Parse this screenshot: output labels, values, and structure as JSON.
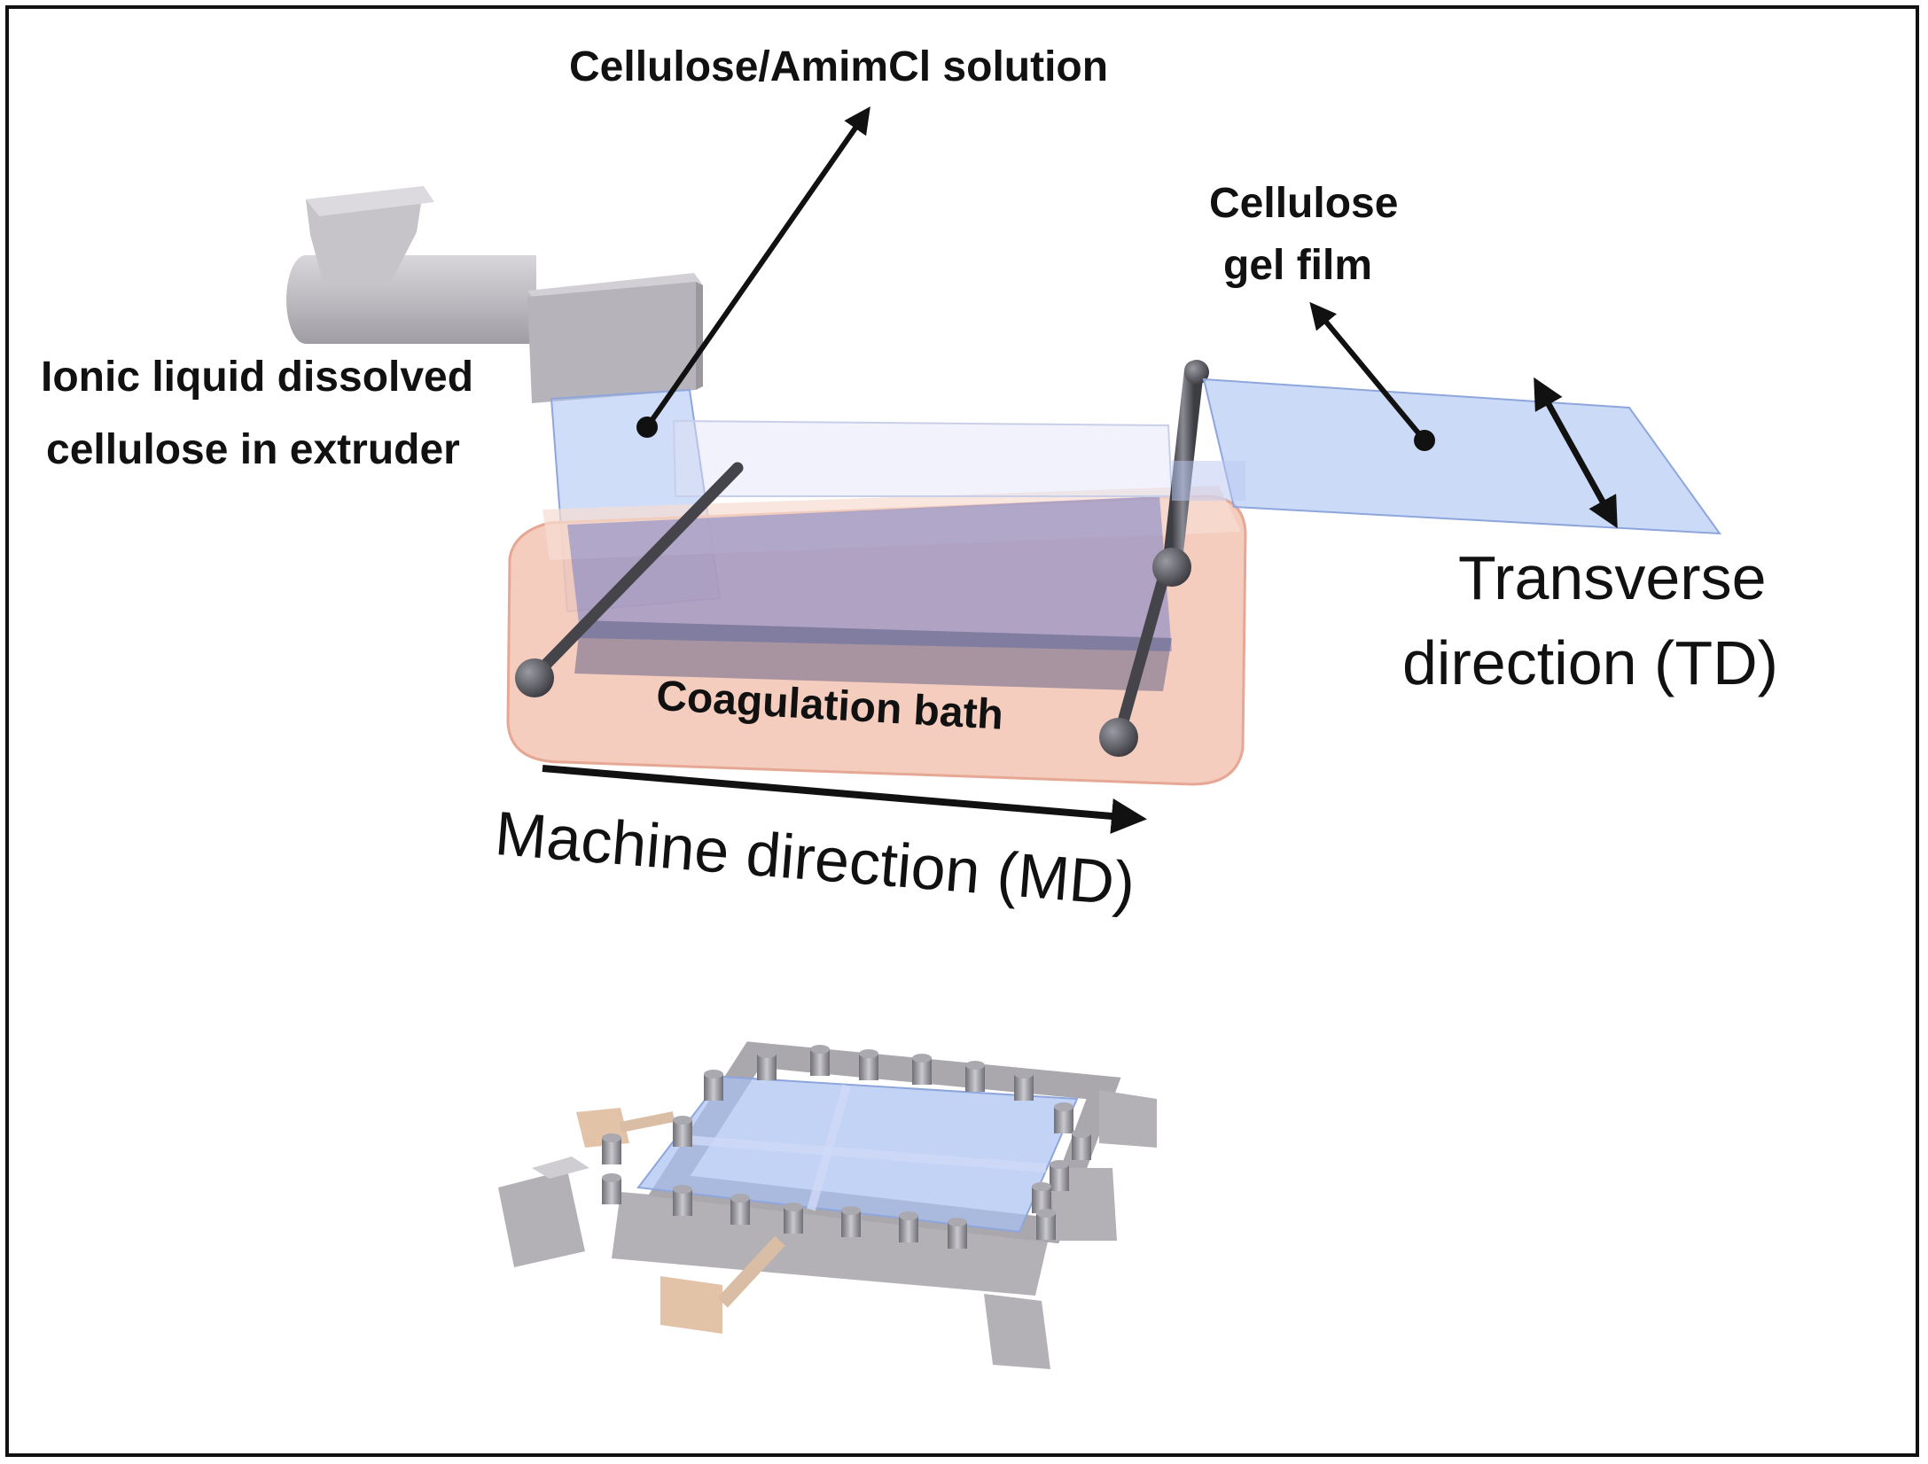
{
  "labels": {
    "solution": "Cellulose/AmimCl solution",
    "extruder_line1": "Ionic liquid dissolved",
    "extruder_line2": "cellulose in extruder",
    "gel_film_line1": "Cellulose",
    "gel_film_line2": "gel film",
    "td_line1": "Transverse",
    "td_line2": "direction (TD)",
    "bath": "Coagulation bath",
    "md": "Machine direction (MD)"
  },
  "colors": {
    "frame": "#111111",
    "arrow": "#111111",
    "extruder": "#b9b6bd",
    "film": "#aac4f0",
    "bath": "#f2c7b8",
    "bath_liquid": "#6b78c6",
    "roller": "#55555b",
    "stretch_frame": "#b8b5ba",
    "stretch_handle": "#e3c3a8"
  }
}
